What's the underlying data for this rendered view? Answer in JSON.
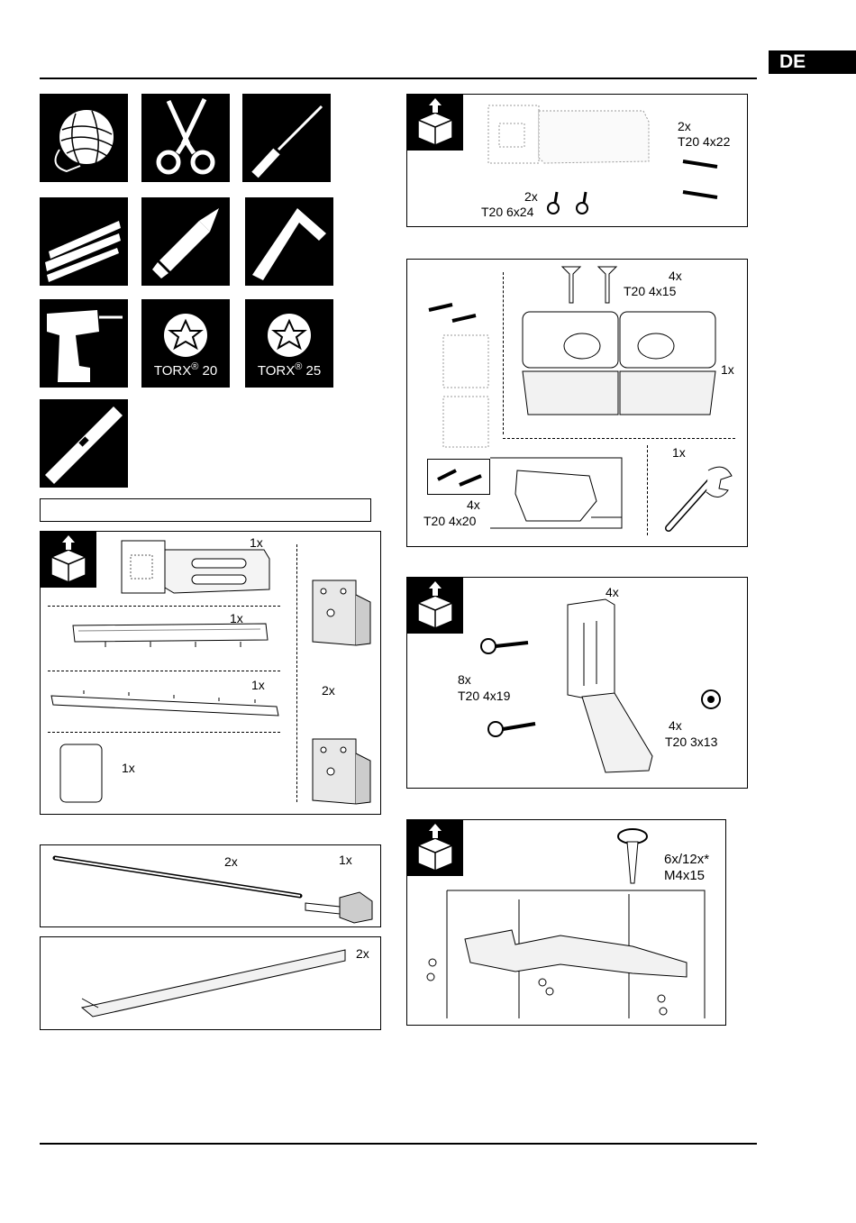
{
  "header": {
    "language_tag": "DE"
  },
  "tools": {
    "torx_20": {
      "name": "TORX",
      "mark": "®",
      "size": "20"
    },
    "torx_25": {
      "name": "TORX",
      "mark": "®",
      "size": "25"
    }
  },
  "parts_box_left": {
    "vent_bracket_qty": "1x",
    "rail_qty": "1x",
    "strip_qty": "1x",
    "hinge_plates_qty": "2x",
    "cap_qty": "1x"
  },
  "rods_box": {
    "rods_qty": "2x",
    "key_qty": "1x"
  },
  "trim_box": {
    "trim_qty": "2x"
  },
  "box_top_right": {
    "screws_a_qty": "2x",
    "screws_a_spec": "T20 4x22",
    "screws_b_qty": "2x",
    "screws_b_spec": "T20 6x24"
  },
  "box_hinge": {
    "countersunk_qty": "4x",
    "countersunk_spec": "T20 4x15",
    "hinge_unit_qty": "1x",
    "small_screws_qty": "4x",
    "small_screws_spec": "T20 4x20",
    "wrench_qty": "1x"
  },
  "box_flap": {
    "flap_qty": "4x",
    "long_screws_qty": "8x",
    "long_screws_spec": "T20 4x19",
    "short_screws_qty": "4x",
    "short_screws_spec": "T20 3x13"
  },
  "box_mount": {
    "screws_qty": "6x/12x*",
    "screws_spec": "M4x15"
  }
}
